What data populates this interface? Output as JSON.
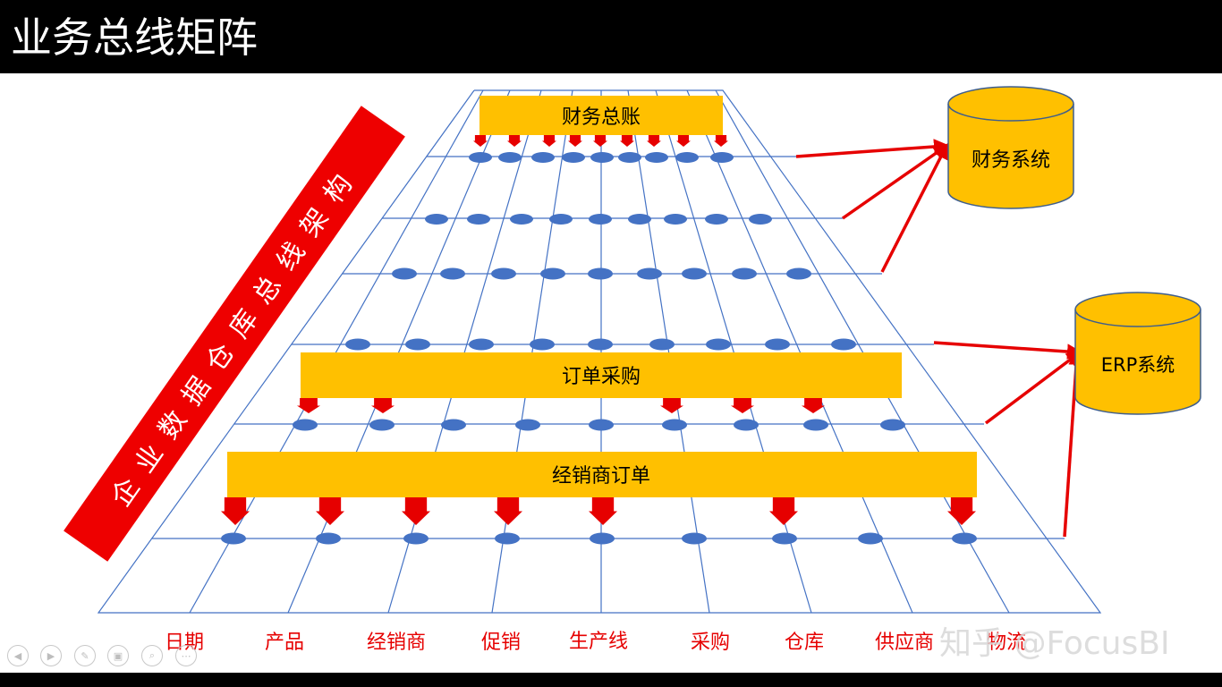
{
  "title": "业务总线矩阵",
  "banner": "企业数据仓库总线架构",
  "bars": [
    "财务总账",
    "订单采购",
    "经销商订单"
  ],
  "systems": [
    "财务系统",
    "ERP系统"
  ],
  "dimensions": [
    "日期",
    "产品",
    "经销商",
    "促销",
    "生产线",
    "采购",
    "仓库",
    "供应商",
    "物流"
  ],
  "watermark": "知乎 @FocusBI",
  "colors": {
    "bar": "#FFC000",
    "arrow": "#E60000",
    "grid": "#4472C4",
    "node": "#4472C4",
    "banner": "#EE0000"
  },
  "controls": [
    "prev-icon",
    "next-icon",
    "pen-icon",
    "slides-icon",
    "zoom-icon",
    "more-icon"
  ]
}
